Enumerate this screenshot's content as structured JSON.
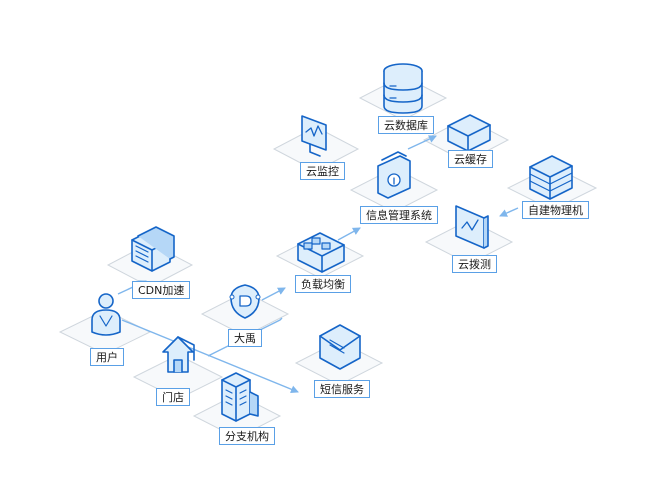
{
  "nodes": [
    {
      "id": "yonghu",
      "label": "用户",
      "icon": "user-icon"
    },
    {
      "id": "cdn",
      "label": "CDN加速",
      "icon": "server-rack-icon"
    },
    {
      "id": "mendian",
      "label": "门店",
      "icon": "store-house-icon"
    },
    {
      "id": "fenzhi",
      "label": "分支机构",
      "icon": "office-building-icon"
    },
    {
      "id": "dawei",
      "label": "大禹",
      "icon": "shield-icon"
    },
    {
      "id": "duanxin",
      "label": "短信服务",
      "icon": "envelope-icon"
    },
    {
      "id": "fuzai",
      "label": "负载均衡",
      "icon": "load-balancer-icon"
    },
    {
      "id": "jiankong",
      "label": "云监控",
      "icon": "monitor-icon"
    },
    {
      "id": "xinxi",
      "label": "信息管理系统",
      "icon": "info-folder-icon"
    },
    {
      "id": "shujuku",
      "label": "云数据库",
      "icon": "database-icon"
    },
    {
      "id": "huancun",
      "label": "云缓存",
      "icon": "cache-box-icon"
    },
    {
      "id": "bocai",
      "label": "云拨测",
      "icon": "probe-screen-icon"
    },
    {
      "id": "wuliji",
      "label": "自建物理机",
      "icon": "physical-server-icon"
    }
  ],
  "colors": {
    "stroke": "#1565c8",
    "fill_light": "#ddeefc",
    "fill_mid": "#b5d7f7",
    "platform": "#f7f9fb",
    "platform_edge": "#cfd6dd",
    "arrow": "#7fb6ec",
    "label_border": "#5aa0e6"
  }
}
